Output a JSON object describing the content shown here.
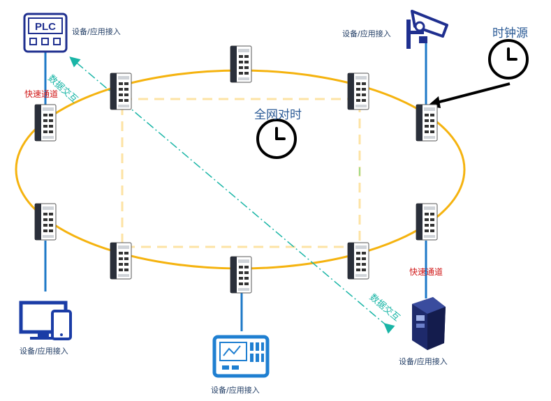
{
  "labels": {
    "access": "设备/应用接入",
    "fast_channel": "快速通道",
    "data_exchange": "数据交互",
    "network_sync": "全网对时",
    "clock_source": "时钟源",
    "plc": "PLC"
  },
  "colors": {
    "ring": "#f5b30f",
    "sync_rect": "#fde3a4",
    "link": "#1c78c7",
    "exchange": "#19b5a6",
    "device_dark": "#2a2f3a",
    "icon_blue": "#1f2f8f"
  }
}
